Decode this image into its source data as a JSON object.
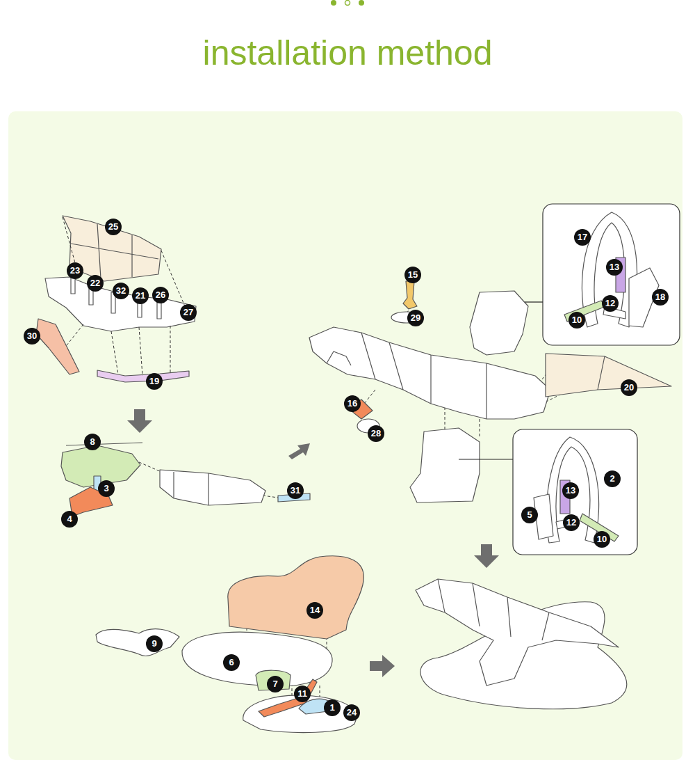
{
  "diagram": {
    "title": "installation method",
    "labels": [
      "25",
      "23",
      "22",
      "32",
      "21",
      "26",
      "27",
      "30",
      "19",
      "15",
      "17",
      "13",
      "18",
      "12",
      "10",
      "29",
      "20",
      "16",
      "28",
      "8",
      "2",
      "3",
      "31",
      "13",
      "5",
      "4",
      "12",
      "10",
      "14",
      "9",
      "6",
      "7",
      "11",
      "1",
      "24"
    ]
  }
}
